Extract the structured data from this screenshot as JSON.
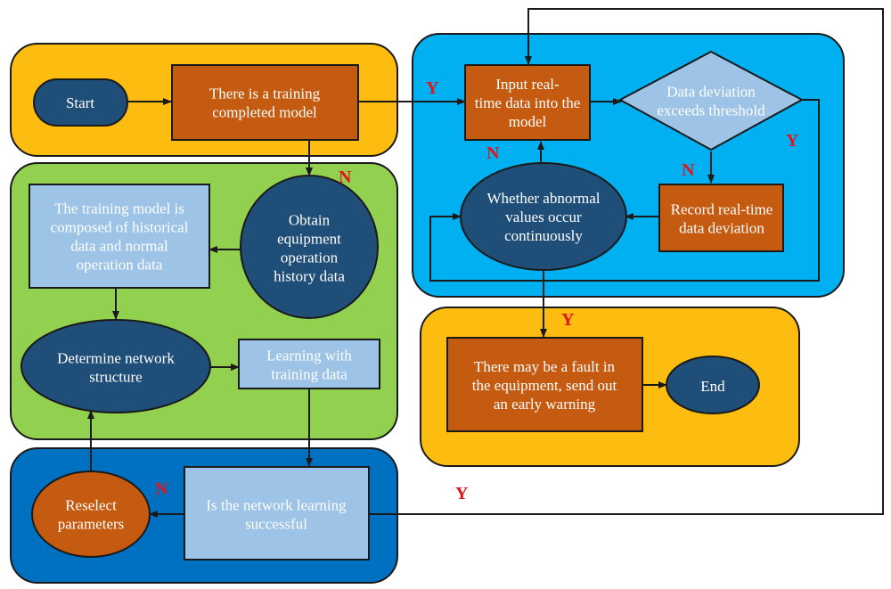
{
  "colors": {
    "orange_panel": "#fdbd10",
    "green_panel": "#92d050",
    "blue_panel": "#00b0f0",
    "dark_blue_panel": "#0070c0",
    "process_orange": "#c55a11",
    "process_light": "#9dc3e6",
    "terminal_navy": "#1f4e79",
    "label_red": "#e0161b"
  },
  "nodes": {
    "start": {
      "lines": [
        "Start"
      ]
    },
    "trained_model": {
      "lines": [
        "There is a training",
        "completed model"
      ]
    },
    "input_data": {
      "lines": [
        "Input real-",
        "time data into the",
        "model"
      ]
    },
    "deviation": {
      "lines": [
        "Data deviation",
        "exceeds threshold"
      ]
    },
    "training_model": {
      "lines": [
        "The training model is",
        "composed of historical",
        "data and normal",
        "operation data"
      ]
    },
    "obtain_history": {
      "lines": [
        "Obtain",
        "equipment",
        "operation",
        "history data"
      ]
    },
    "abnormal": {
      "lines": [
        "Whether abnormal",
        "values occur",
        "continuously"
      ]
    },
    "record": {
      "lines": [
        "Record real-time",
        "data deviation"
      ]
    },
    "determine_network": {
      "lines": [
        "Determine network",
        "structure"
      ]
    },
    "learning": {
      "lines": [
        "Learning with",
        "training data"
      ]
    },
    "fault": {
      "lines": [
        "There may be a fault in",
        "the equipment, send out",
        "an early warning"
      ]
    },
    "end": {
      "lines": [
        "End"
      ]
    },
    "reselect": {
      "lines": [
        "Reselect",
        "parameters"
      ]
    },
    "learning_success": {
      "lines": [
        "Is the network learning",
        "successful"
      ]
    }
  },
  "edge_labels": {
    "model_to_input": "Y",
    "model_to_history": "N",
    "deviation_yes": "Y",
    "deviation_no": "N",
    "abnormal_no": "N",
    "abnormal_yes": "Y",
    "learning_no": "N",
    "learning_yes": "Y"
  }
}
